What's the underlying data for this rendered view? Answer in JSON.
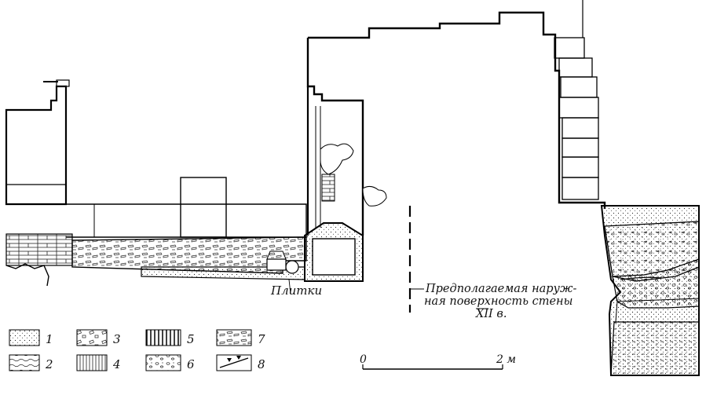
{
  "labels": {
    "tiles": "Плитки",
    "wall_note": [
      "Предполагаемая наруж-",
      "ная поверхность стены",
      "XII в."
    ]
  },
  "legend": [
    {
      "num": "1",
      "pattern": "dots"
    },
    {
      "num": "2",
      "pattern": "waves"
    },
    {
      "num": "3",
      "pattern": "blocks"
    },
    {
      "num": "4",
      "pattern": "vlines"
    },
    {
      "num": "5",
      "pattern": "hatch"
    },
    {
      "num": "6",
      "pattern": "pebbles"
    },
    {
      "num": "7",
      "pattern": "rubble"
    },
    {
      "num": "8",
      "pattern": "line-ticks"
    }
  ],
  "scale": {
    "start": "0",
    "end": "2 м"
  }
}
